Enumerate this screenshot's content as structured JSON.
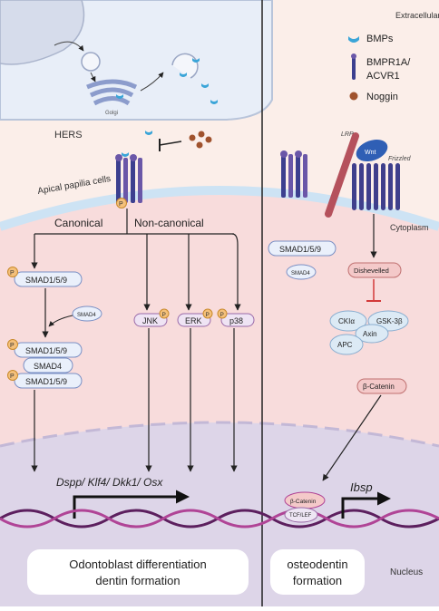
{
  "legend": {
    "heading": "Extracellular",
    "items": [
      {
        "label": "BMPs",
        "icon": "bmp-ligand-icon",
        "color": "#3ba5d8"
      },
      {
        "label_line1": "BMPR1A/",
        "label_line2": "ACVR1",
        "icon": "receptor-icon",
        "color": "#3c3f8f"
      },
      {
        "label": "Noggin",
        "icon": "noggin-dot-icon",
        "color": "#a0522d"
      }
    ]
  },
  "left": {
    "cell_label": "HERS",
    "golgi_label": "Golgi",
    "apical_label": "Apical papilia cells",
    "canonical_label": "Canonical",
    "noncanonical_label": "Non-canonical",
    "smad_top": "SMAD1/5/9",
    "smad4_free": "SMAD4",
    "complex": [
      "SMAD1/5/9",
      "SMAD4",
      "SMAD1/5/9"
    ],
    "kinases": [
      "JNK",
      "ERK",
      "p38"
    ],
    "phospho": "P",
    "genes": "Dspp/ Klf4/ Dkk1/ Osx",
    "outcome_line1": "Odontoblast differentiation",
    "outcome_line2": "dentin formation"
  },
  "right": {
    "lrp_label": "LRP",
    "wnt_label": "Wnt",
    "frizzled_label": "Frizzled",
    "cytoplasm_label": "Cytoplasm",
    "smad_label": "SMAD1/5/9",
    "smad4_label": "SMAD4",
    "dishevelled_label": "Dishevelled",
    "destruction_complex": {
      "ck1": "CKIα",
      "gsk": "GSK-3β",
      "axin": "Axin",
      "apc": "APC"
    },
    "bcatenin_label": "β-Catenin",
    "bcatenin_nuc_label": "β-Catenin",
    "tcf_label": "TCF/LEF",
    "gene_label": "Ibsp",
    "outcome_line1": "osteodentin",
    "outcome_line2": "formation",
    "nucleus_label": "Nucleus"
  },
  "colors": {
    "extracellular": "#fbeee9",
    "cytoplasm": "#f8dcdc",
    "nucleus": "#ddd5e8",
    "membrane": "#cde3f4",
    "hers_cell": "#e8eef8",
    "smad_fill": "#eaf0fb",
    "smad_stroke": "#7a8fc4",
    "kinase_fill": "#efe4f4",
    "kinase_stroke": "#9a6aa8",
    "phospho": "#f4c07a",
    "receptor": "#5b3d8c",
    "lrp": "#b5515c",
    "frizzled": "#3f3f8c",
    "wnt": "#2f5fb5",
    "dishevelled": "#f4c9c9",
    "inhibit": "#d33a3a",
    "dna1": "#5c1f5e",
    "dna2": "#b04496"
  }
}
